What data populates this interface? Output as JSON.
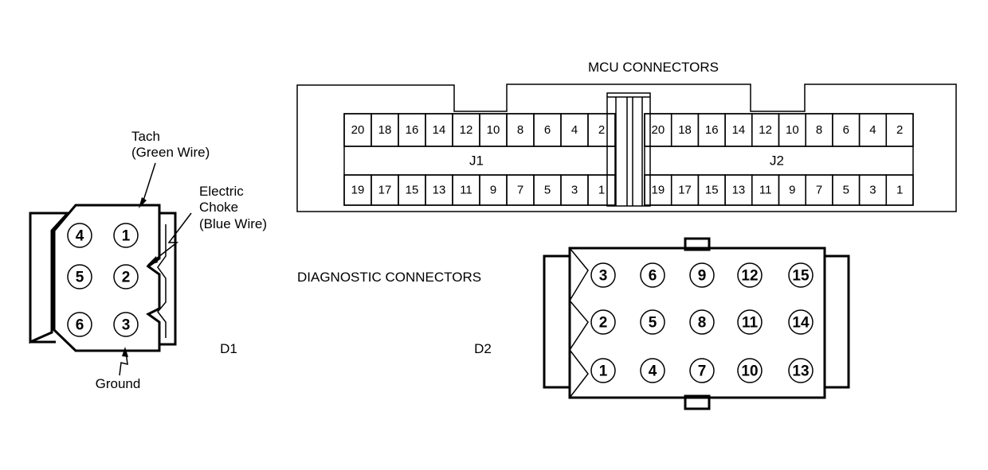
{
  "titles": {
    "mcu": "MCU CONNECTORS",
    "diagnostic": "DIAGNOSTIC CONNECTORS"
  },
  "j1": {
    "label": "J1",
    "top": [
      "20",
      "18",
      "16",
      "14",
      "12",
      "10",
      "8",
      "6",
      "4",
      "2"
    ],
    "bottom": [
      "19",
      "17",
      "15",
      "13",
      "11",
      "9",
      "7",
      "5",
      "3",
      "1"
    ]
  },
  "j2": {
    "label": "J2",
    "top": [
      "20",
      "18",
      "16",
      "14",
      "12",
      "10",
      "8",
      "6",
      "4",
      "2"
    ],
    "bottom": [
      "19",
      "17",
      "15",
      "13",
      "11",
      "9",
      "7",
      "5",
      "3",
      "1"
    ]
  },
  "d1": {
    "label": "D1",
    "pins": [
      [
        "4",
        "1"
      ],
      [
        "5",
        "2"
      ],
      [
        "6",
        "3"
      ]
    ],
    "callouts": {
      "tach": [
        "Tach",
        "(Green Wire)"
      ],
      "choke": [
        "Electric",
        "Choke",
        "(Blue Wire)"
      ],
      "ground": "Ground"
    }
  },
  "d2": {
    "label": "D2",
    "pins": [
      [
        "3",
        "6",
        "9",
        "12",
        "15"
      ],
      [
        "2",
        "5",
        "8",
        "11",
        "14"
      ],
      [
        "1",
        "4",
        "7",
        "10",
        "13"
      ]
    ]
  }
}
